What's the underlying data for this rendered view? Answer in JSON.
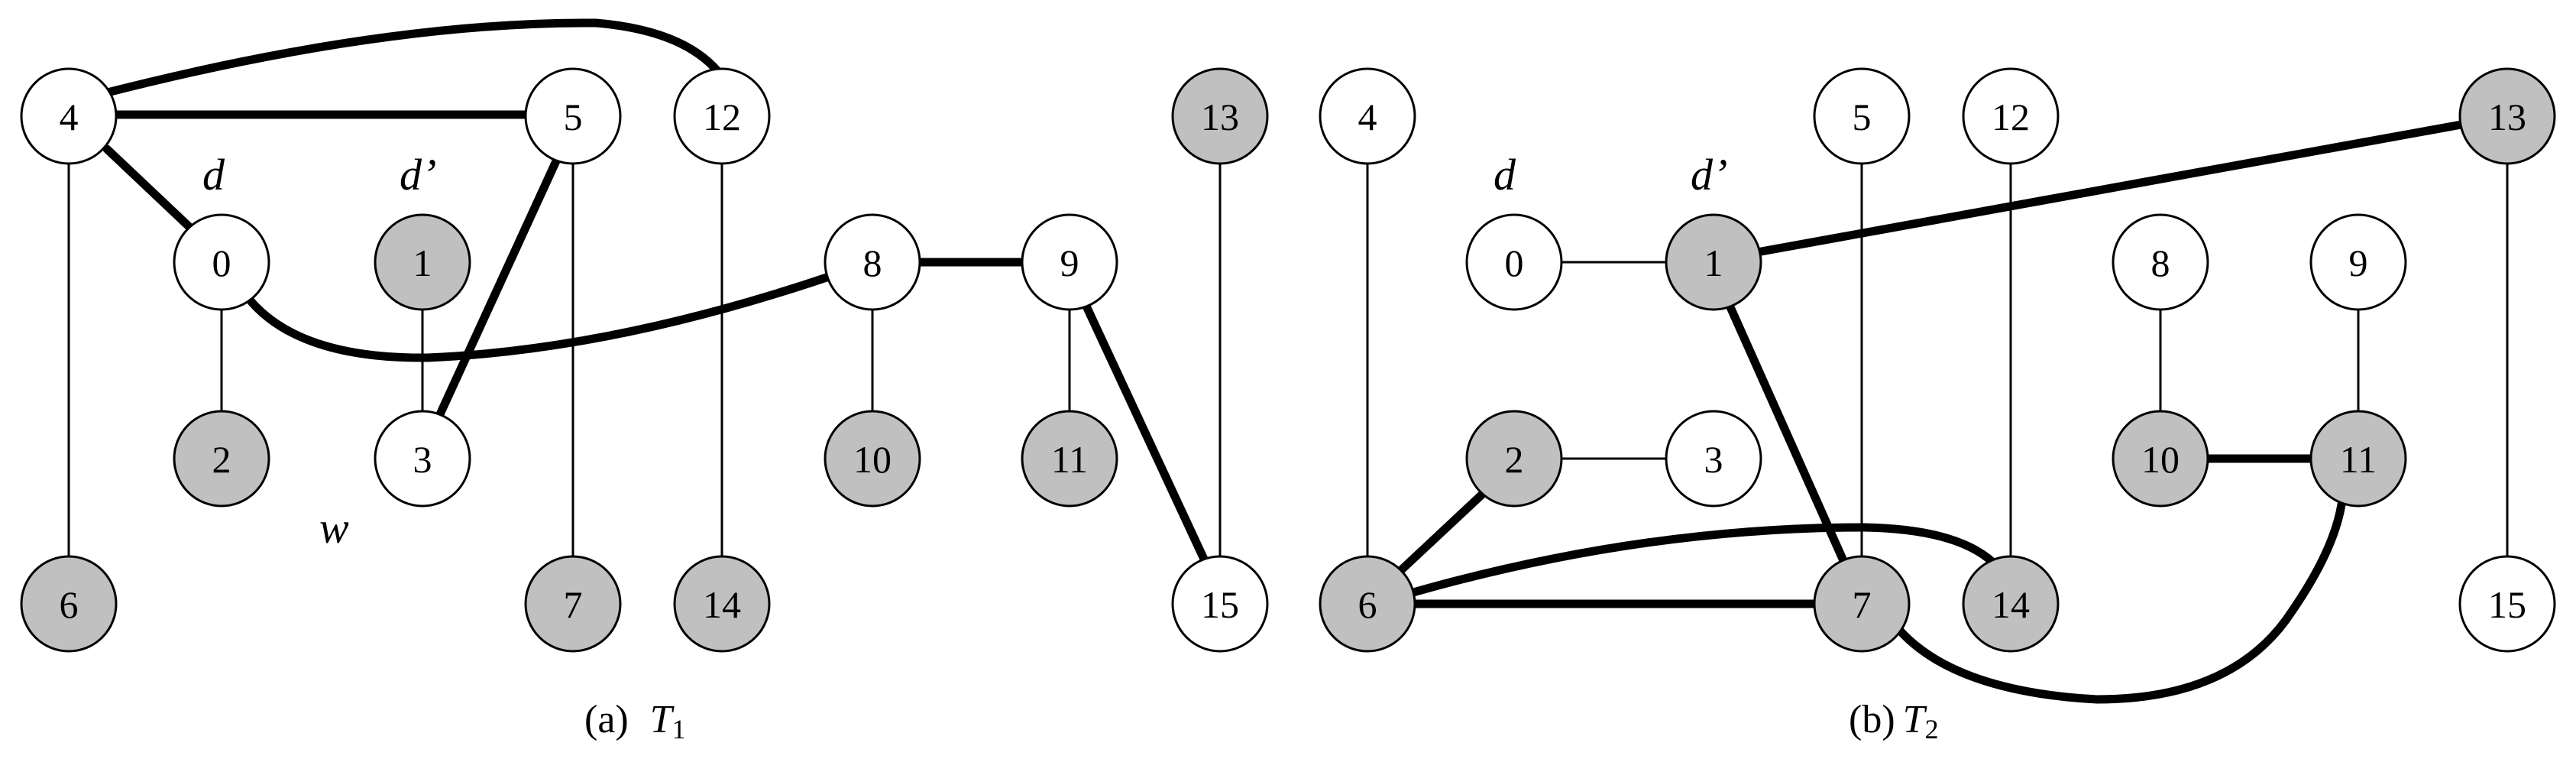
{
  "colors": {
    "gray_node": "#c0c0c0",
    "white_node": "#ffffff",
    "edge": "#000000"
  },
  "panel_a": {
    "caption_prefix": "(a)",
    "caption_T": "T",
    "caption_sub": "1",
    "annotations": {
      "d": "d",
      "d_prime": "d’",
      "w": "w"
    },
    "nodes": [
      {
        "id": "4",
        "fill": "white"
      },
      {
        "id": "5",
        "fill": "white"
      },
      {
        "id": "12",
        "fill": "white"
      },
      {
        "id": "13",
        "fill": "gray"
      },
      {
        "id": "0",
        "fill": "white"
      },
      {
        "id": "1",
        "fill": "gray"
      },
      {
        "id": "8",
        "fill": "white"
      },
      {
        "id": "9",
        "fill": "white"
      },
      {
        "id": "2",
        "fill": "gray"
      },
      {
        "id": "3",
        "fill": "white"
      },
      {
        "id": "10",
        "fill": "gray"
      },
      {
        "id": "11",
        "fill": "gray"
      },
      {
        "id": "6",
        "fill": "gray"
      },
      {
        "id": "7",
        "fill": "gray"
      },
      {
        "id": "14",
        "fill": "gray"
      },
      {
        "id": "15",
        "fill": "white"
      }
    ]
  },
  "panel_b": {
    "caption_prefix": "(b)",
    "caption_T": "T",
    "caption_sub": "2",
    "annotations": {
      "d": "d",
      "d_prime": "d’"
    },
    "nodes": [
      {
        "id": "4",
        "fill": "white"
      },
      {
        "id": "5",
        "fill": "white"
      },
      {
        "id": "12",
        "fill": "white"
      },
      {
        "id": "13",
        "fill": "gray"
      },
      {
        "id": "0",
        "fill": "white"
      },
      {
        "id": "1",
        "fill": "gray"
      },
      {
        "id": "8",
        "fill": "white"
      },
      {
        "id": "9",
        "fill": "white"
      },
      {
        "id": "2",
        "fill": "gray"
      },
      {
        "id": "3",
        "fill": "white"
      },
      {
        "id": "10",
        "fill": "gray"
      },
      {
        "id": "11",
        "fill": "gray"
      },
      {
        "id": "6",
        "fill": "gray"
      },
      {
        "id": "7",
        "fill": "gray"
      },
      {
        "id": "14",
        "fill": "gray"
      },
      {
        "id": "15",
        "fill": "white"
      }
    ]
  }
}
